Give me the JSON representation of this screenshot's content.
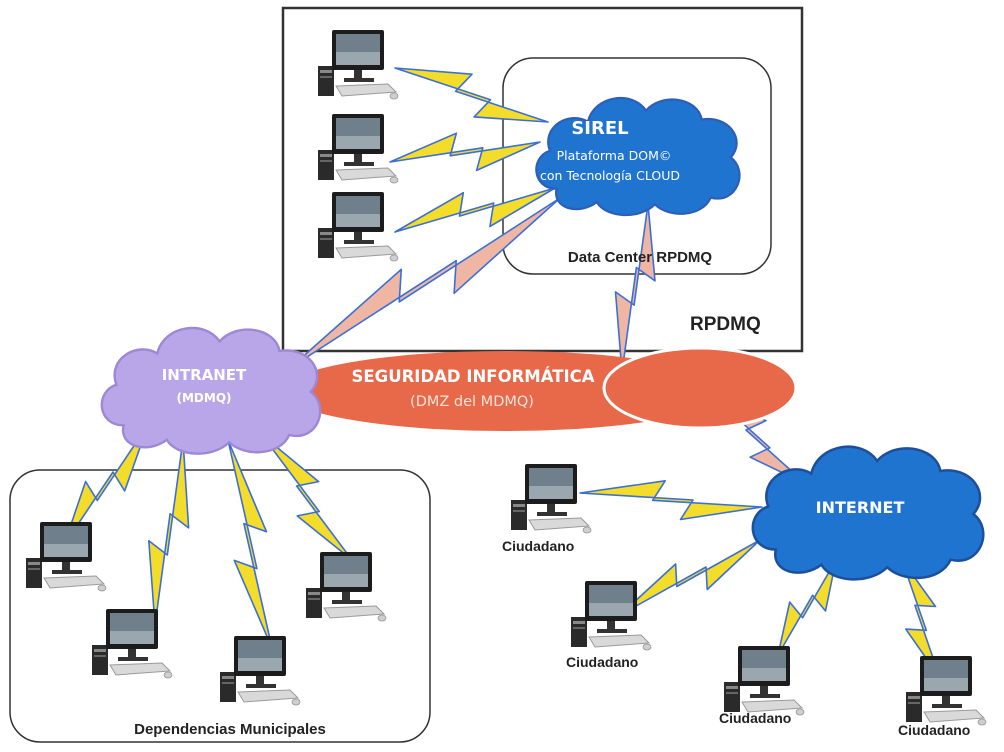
{
  "colors": {
    "cloud_blue": "#1f74cf",
    "cloud_purple": "#b9a6e8",
    "security": "#e8684a",
    "bolt_yellow": "#f4dc2b",
    "bolt_pink": "#f0b6a4",
    "bolt_outline": "#3a6fd8",
    "box_border": "#333333",
    "text_dark": "#222222",
    "text_light": "#ffffff"
  },
  "icons": [
    "computer-icon",
    "lightning-bolt-icon",
    "cloud-icon"
  ],
  "rpdmq_box": {
    "label": "RPDMQ"
  },
  "data_center": {
    "label": "Data Center RPDMQ"
  },
  "sirel_cloud": {
    "title": "SIREL",
    "line1": "Plataforma DOM©",
    "line2": "con Tecnología CLOUD"
  },
  "intranet_cloud": {
    "title": "INTRANET",
    "subtitle": "(MDMQ)"
  },
  "security_zone": {
    "title": "SEGURIDAD INFORMÁTICA",
    "subtitle": "(DMZ del MDMQ)"
  },
  "internet_cloud": {
    "title": "INTERNET"
  },
  "dependencias": {
    "label": "Dependencias Municipales"
  },
  "citizens": [
    "Ciudadano",
    "Ciudadano",
    "Ciudadano",
    "Ciudadano"
  ]
}
